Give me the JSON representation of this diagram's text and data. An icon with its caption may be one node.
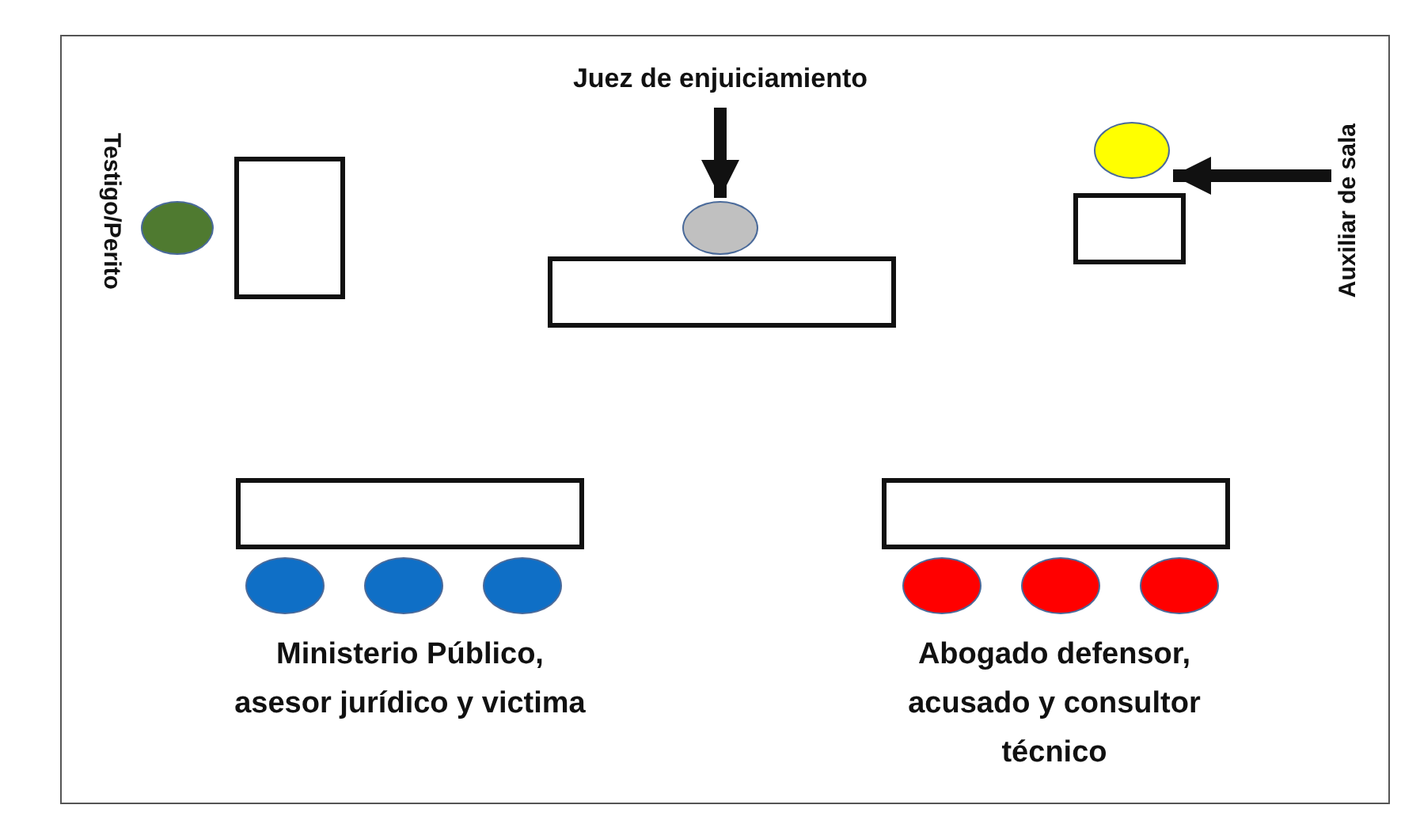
{
  "diagram": {
    "nodes": [
      {
        "text": [
          "Juez de enjuiciamiento"
        ]
      },
      {
        "text": [],
        "shape": "circle",
        "beside": [
          "Testigo/Perito"
        ]
      },
      {
        "text": [],
        "shape": "box"
      },
      {
        "text": [],
        "shape": "circle"
      },
      {
        "text": [],
        "shape": "circle"
      },
      {
        "text": [],
        "shape": "box"
      },
      {
        "text": [
          "Auxiliar de sala"
        ]
      },
      {
        "text": [],
        "shape": "box"
      },
      {
        "text": [],
        "shape": "box"
      },
      {
        "text": [],
        "shape": "box"
      },
      {
        "text": [],
        "shape": "circle"
      },
      {
        "text": [],
        "shape": "circle"
      },
      {
        "text": [],
        "shape": "circle"
      },
      {
        "text": [],
        "shape": "circle"
      },
      {
        "text": [],
        "shape": "circle"
      },
      {
        "text": [],
        "shape": "circle"
      }
    ],
    "edges": [
      {
        "from": 0,
        "to": 3,
        "arrow": "to"
      },
      {
        "from": 6,
        "to": 4,
        "arrow": "to"
      }
    ],
    "labels": [
      "Ministerio Público, asesor jurídico y victima",
      "Abogado defensor, acusado y consultor técnico"
    ]
  }
}
